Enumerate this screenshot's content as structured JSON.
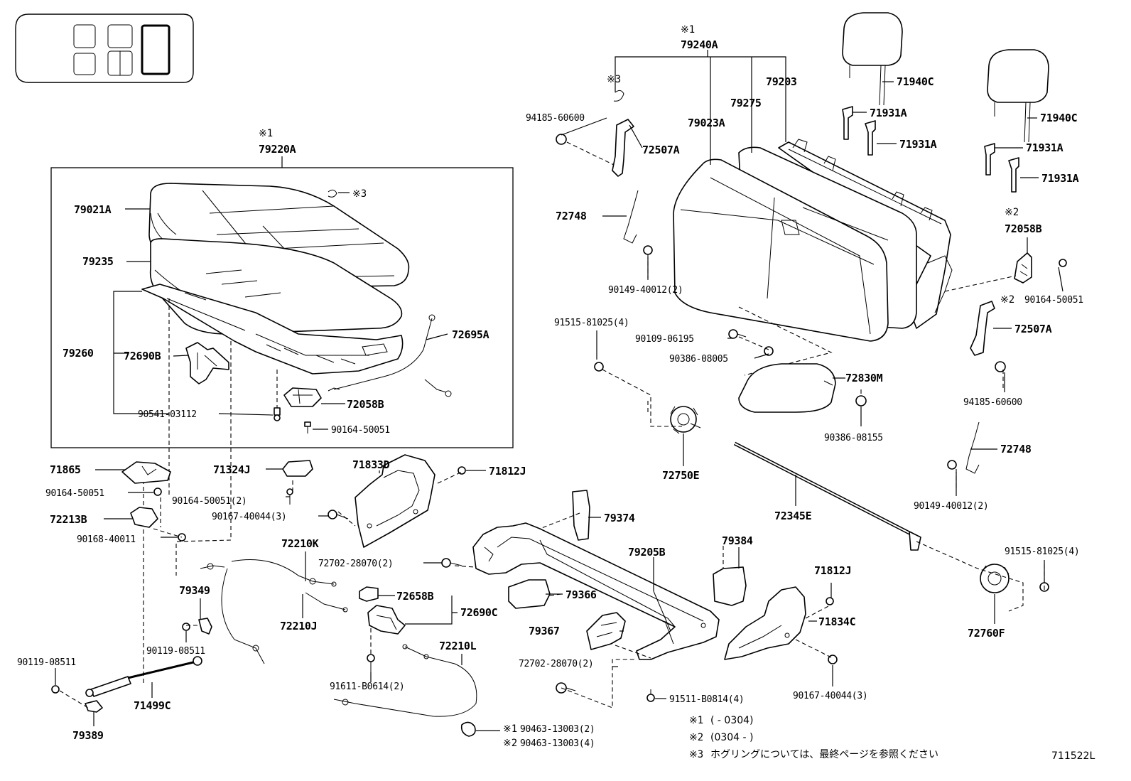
{
  "diagram_code": "711522L",
  "markers": {
    "m1": "※1",
    "m2": "※2",
    "m3": "※3"
  },
  "labels": {
    "p79240A": "79240A",
    "p79220A": "79220A",
    "p79203": "79203",
    "p79275": "79275",
    "p79023A": "79023A",
    "p71940C_a": "71940C",
    "p71940C_b": "71940C",
    "p71931A_a": "71931A",
    "p71931A_b": "71931A",
    "p71931A_c": "71931A",
    "p71931A_d": "71931A",
    "p94185_60600_a": "94185-60600",
    "p94185_60600_b": "94185-60600",
    "p72507A_a": "72507A",
    "p72507A_b": "72507A",
    "p72748_a": "72748",
    "p72748_b": "72748",
    "p90149_a": "90149-40012(2)",
    "p90149_b": "90149-40012(2)",
    "p72058B_top": "72058B",
    "p72058B_cushion": "72058B",
    "p90164_50051_right": "90164-50051",
    "p91515_a": "91515-81025(4)",
    "p91515_b": "91515-81025(4)",
    "p90109": "90109-06195",
    "p90386_08005": "90386-08005",
    "p72830M": "72830M",
    "p90386_08155": "90386-08155",
    "p72750E": "72750E",
    "p72345E": "72345E",
    "p72760F": "72760F",
    "p79021A": "79021A",
    "p79235": "79235",
    "p79260": "79260",
    "p72690B": "72690B",
    "p72695A": "72695A",
    "p90541": "90541-03112",
    "p90164_cushion": "90164-50051",
    "p71865": "71865",
    "p90164_b": "90164-50051",
    "p71324J": "71324J",
    "p90164_2": "90164-50051(2)",
    "p71833D": "71833D",
    "p71812J_a": "71812J",
    "p71812J_b": "71812J",
    "p90167_a": "90167-40044(3)",
    "p90167_b": "90167-40044(3)",
    "p72213B": "72213B",
    "p90168": "90168-40011",
    "p72210K": "72210K",
    "p72210J": "72210J",
    "p72210L": "72210L",
    "p72702_a": "72702-28070(2)",
    "p72702_b": "72702-28070(2)",
    "p79374": "79374",
    "p79205B": "79205B",
    "p79384": "79384",
    "p79366": "79366",
    "p79367": "79367",
    "p72658B": "72658B",
    "p72690C": "72690C",
    "p71834C": "71834C",
    "p79349": "79349",
    "p90119_a": "90119-08511",
    "p90119_b": "90119-08511",
    "p71499C": "71499C",
    "p79389": "79389",
    "p91611": "91611-B0614(2)",
    "p91511": "91511-B0814(4)",
    "p90463_a": "90463-13003(2)",
    "p90463_b": "90463-13003(4)"
  },
  "notes": {
    "n1_range": "(         - 0304)",
    "n2_range": "(0304 -         )",
    "n3_text": "ホグリングについては、最終ページを参照ください"
  }
}
